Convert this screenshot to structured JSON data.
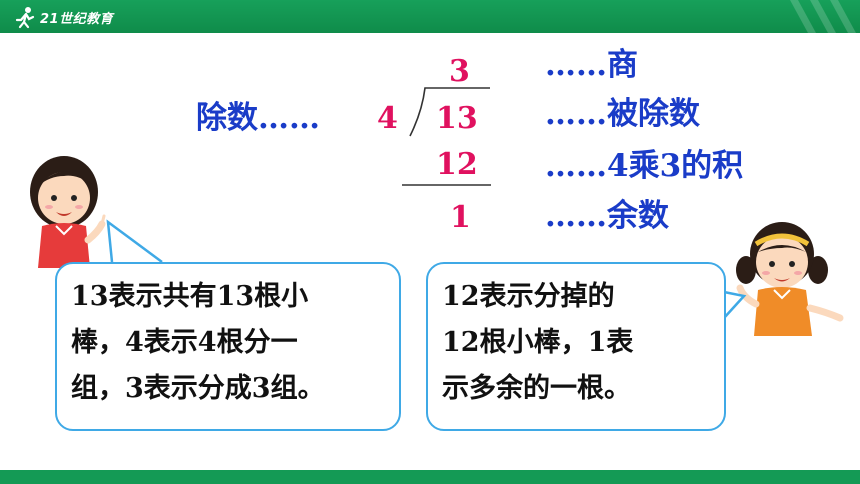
{
  "header": {
    "logo_text": "21世纪教育",
    "logo_icon": "runner-logo-icon",
    "accent_color": "#17a05a"
  },
  "division": {
    "quotient": "3",
    "divisor": "4",
    "dividend": "13",
    "product": "12",
    "remainder": "1",
    "number_color": "#e0115f"
  },
  "labels": {
    "divisor_label": "除数……",
    "quotient_label": "……商",
    "dividend_label": "……被除数",
    "product_label": "……4乘3的积",
    "remainder_label": "……余数",
    "label_color": "#1a3cc8"
  },
  "bubbles": {
    "left": {
      "lines": [
        "13表示共有13根小",
        "棒，4表示4根分一",
        "组，3表示分成3组。"
      ]
    },
    "right": {
      "lines": [
        "12表示分掉的",
        "12根小棒，1表",
        "示多余的一根。"
      ]
    },
    "border_color": "#3fa9e6"
  },
  "characters": {
    "left_icon": "girl-character-icon",
    "right_icon": "girl-with-pigtails-icon"
  }
}
